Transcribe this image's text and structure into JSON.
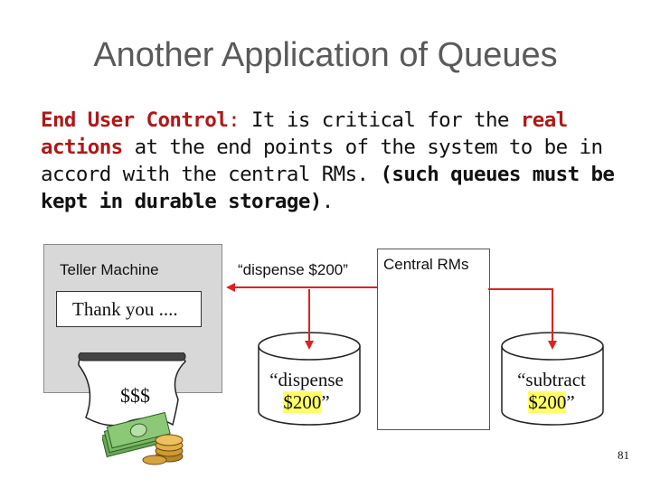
{
  "slide": {
    "title": "Another Application of Queues",
    "page_number": "81"
  },
  "paragraph": {
    "term": "End User Control",
    "colon": ":",
    "part1": " It is critical for the ",
    "real_actions": "real actions",
    "part2": " at the end points of the system to be in accord with the central RMs. ",
    "durable": "(such queues must be kept in durable storage)",
    "period": "."
  },
  "diagram": {
    "teller_label": "Teller Machine",
    "thank_you": "Thank you ....",
    "cash": "$$$",
    "dispense_message": "“dispense $200”",
    "central_rms": "Central RMs",
    "queue_left_line1": "“dispense",
    "queue_left_amount": "$200",
    "queue_left_close": "”",
    "queue_right_line1": "“subtract",
    "queue_right_amount": "$200",
    "queue_right_close": "”"
  },
  "colors": {
    "emphasis_red": "#b01818",
    "arrow_red": "#dd2222",
    "highlight_yellow": "#ffff66",
    "title_gray": "#5a5a5a"
  }
}
